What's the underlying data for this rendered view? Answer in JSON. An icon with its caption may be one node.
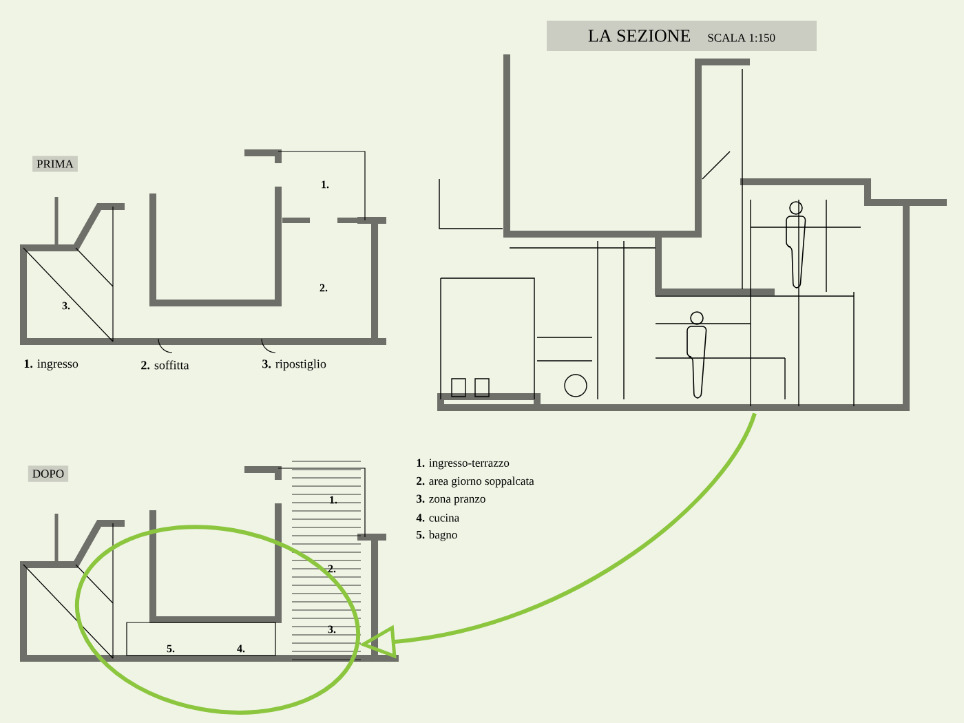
{
  "diagram": {
    "nodes": [
      {
        "text": [
          "LA SEZIONE",
          "SCALA 1:150"
        ]
      },
      {
        "text": [],
        "shape": "picture"
      },
      {
        "text": [],
        "shape": "circle"
      }
    ],
    "edges": [
      {
        "from": 1,
        "to": 2,
        "arrow": "to"
      }
    ],
    "labels": [
      "PRIMA",
      "1.",
      "2.",
      "3.",
      "**1.** ingresso",
      "**2.** soffitta",
      "**3.** ripostiglio",
      "DOPO",
      "**1.** ingresso-terrazzo",
      "**2.** area giorno soppalcata",
      "**3.** zona pranzo",
      "**4.** cucina",
      "**5.** bagno",
      "1.",
      "2.",
      "3.",
      "5.",
      "4."
    ]
  }
}
